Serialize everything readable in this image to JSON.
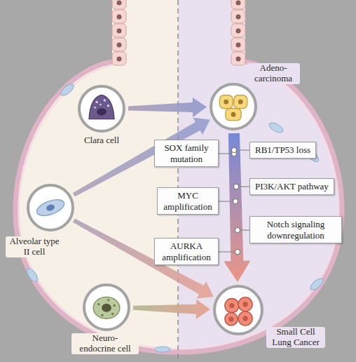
{
  "diagram": {
    "nodes": [
      {
        "text": [
          "Clara cell"
        ]
      },
      {
        "text": [
          "Alveolar type II cell"
        ]
      },
      {
        "text": [
          "Neuro- endocrine cell"
        ]
      },
      {
        "text": [
          "Adeno- carcinoma"
        ]
      },
      {
        "text": [
          "Small Cell Lung Cancer"
        ]
      },
      {
        "text": [
          "SOX family mutation"
        ]
      },
      {
        "text": [
          "MYC amplification"
        ]
      },
      {
        "text": [
          "AURKA amplification"
        ]
      },
      {
        "text": [
          "RB1/TP53 loss"
        ]
      },
      {
        "text": [
          "PI3K/AKT pathway"
        ]
      },
      {
        "text": [
          "Notch signaling downregulation"
        ]
      }
    ],
    "edges": [
      {
        "from": 0,
        "to": 3,
        "arrow": "to"
      },
      {
        "from": 1,
        "to": 3,
        "arrow": "to"
      },
      {
        "from": 1,
        "to": 4,
        "arrow": "to"
      },
      {
        "from": 2,
        "to": 4,
        "arrow": "to"
      },
      {
        "from": 3,
        "to": 4,
        "arrow": "to"
      }
    ]
  }
}
